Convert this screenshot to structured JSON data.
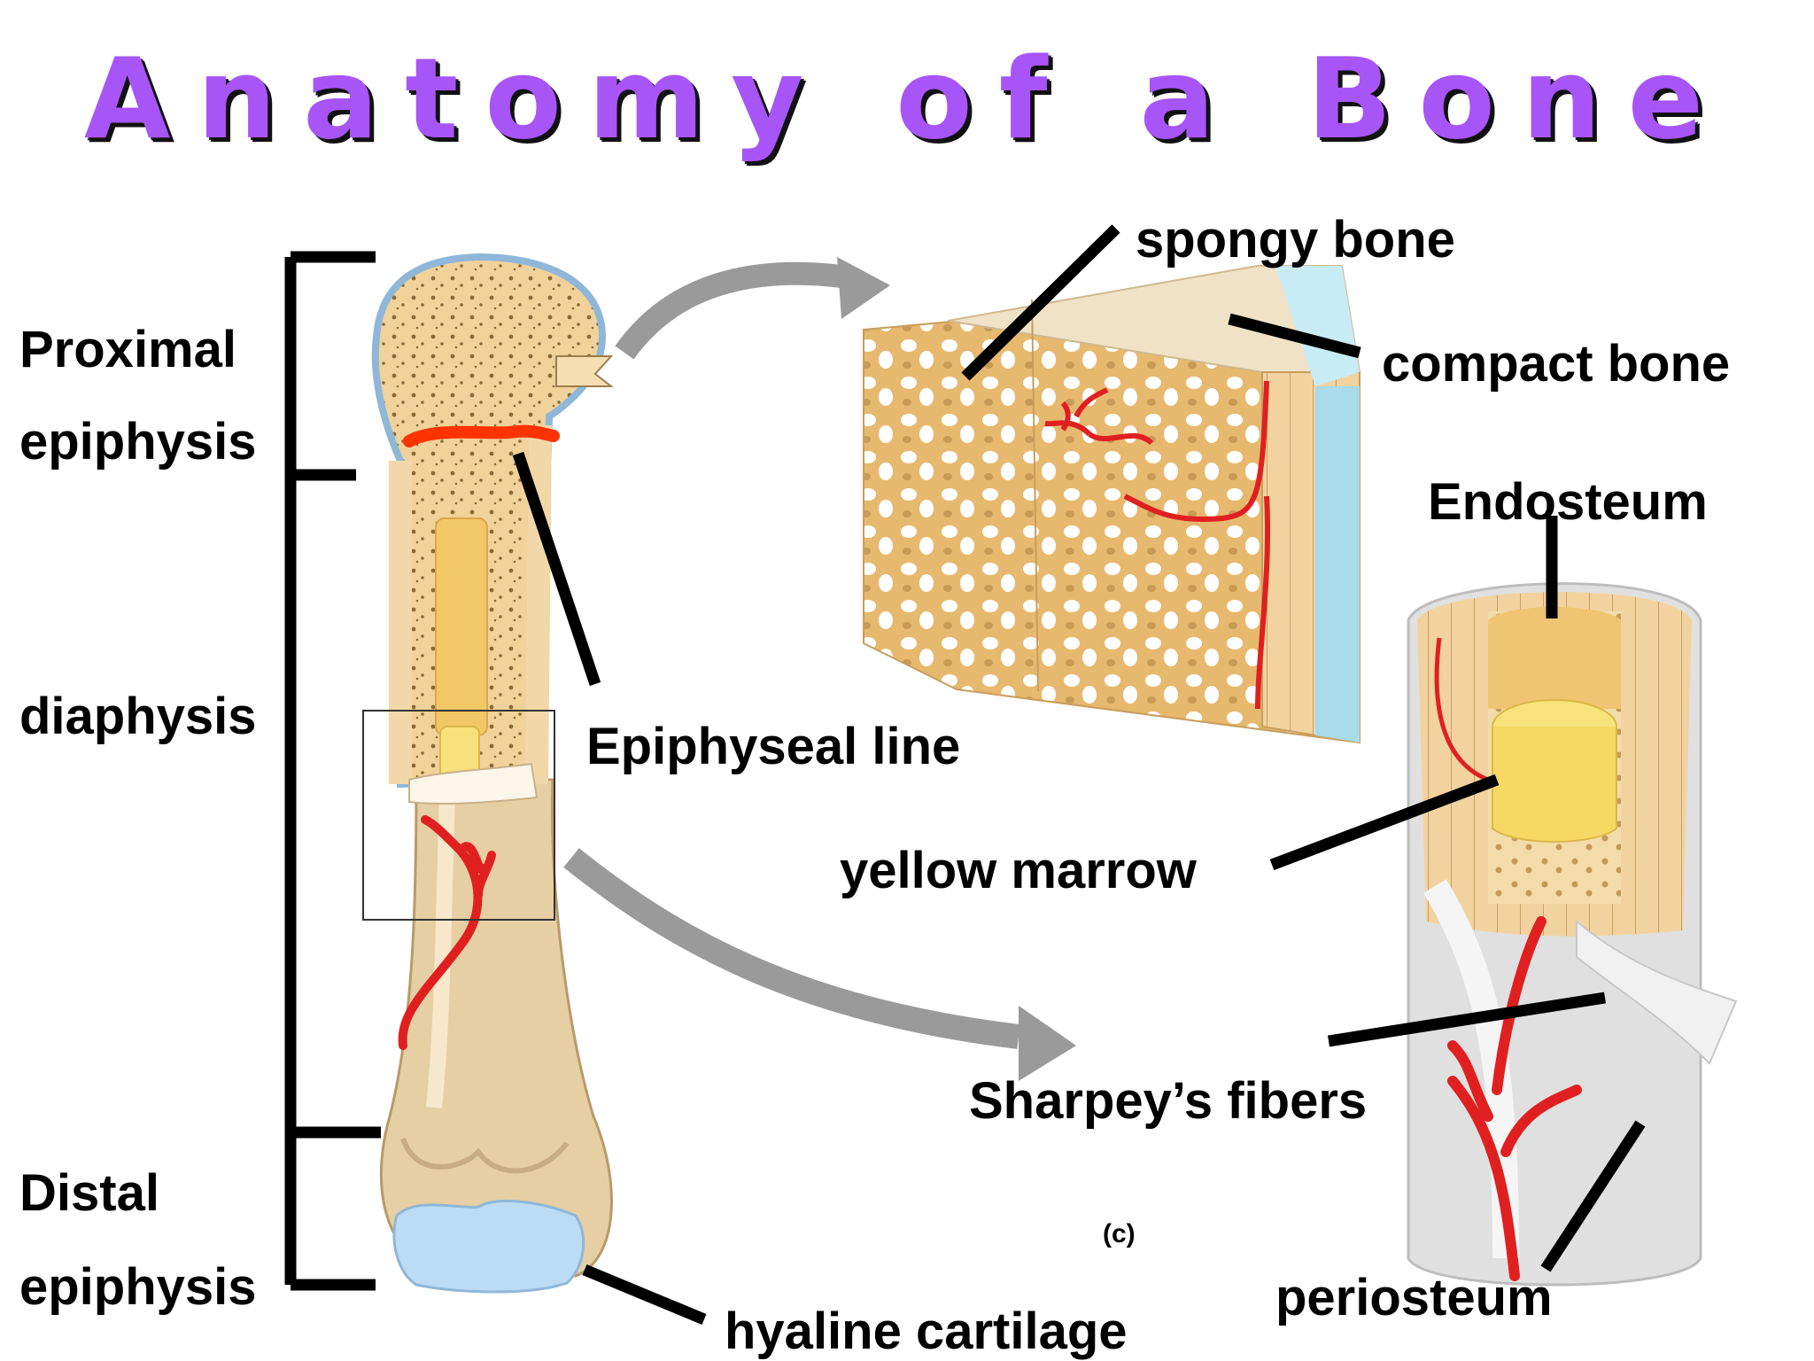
{
  "title": "Anatomy of a Bone",
  "labels": {
    "proximal_line1": "Proximal",
    "proximal_line2": "epiphysis",
    "diaphysis": "diaphysis",
    "distal_line1": "Distal",
    "distal_line2": "epiphysis",
    "epiphyseal_line": "Epiphyseal line",
    "spongy_bone": "spongy bone",
    "compact_bone": "compact bone",
    "endosteum": "Endosteum",
    "yellow_marrow": "yellow marrow",
    "sharpeys_fibers": "Sharpey’s fibers",
    "periosteum": "periosteum",
    "hyaline_cartilage": "hyaline cartilage",
    "panel_marker": "(c)"
  },
  "colors": {
    "title": "#a855f7",
    "bone_tan": "#e8cfa0",
    "spongy": "#f0d29a",
    "cartilage": "#bcdcf5",
    "vessel": "#e02020",
    "epiphyseal_line": "#ff3300",
    "marrow": "#f6e27a",
    "periosteum_grey": "#dcdcdc"
  }
}
